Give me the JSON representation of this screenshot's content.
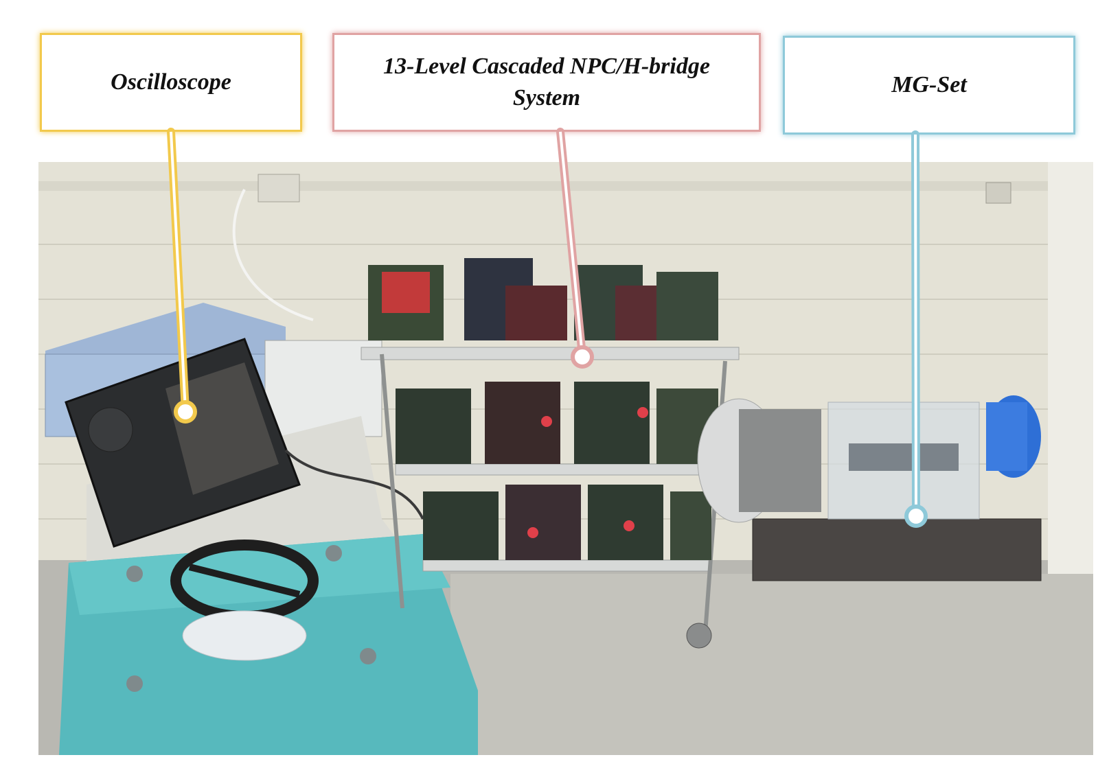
{
  "labels": {
    "oscilloscope": "Oscilloscope",
    "converter_line1": "13-Level Cascaded NPC/H-bridge",
    "converter_line2": "System",
    "mg_set": "MG-Set"
  },
  "colors": {
    "oscilloscope": "#f2c94c",
    "converter": "#e0a3a3",
    "mg_set": "#8ec9d9"
  }
}
